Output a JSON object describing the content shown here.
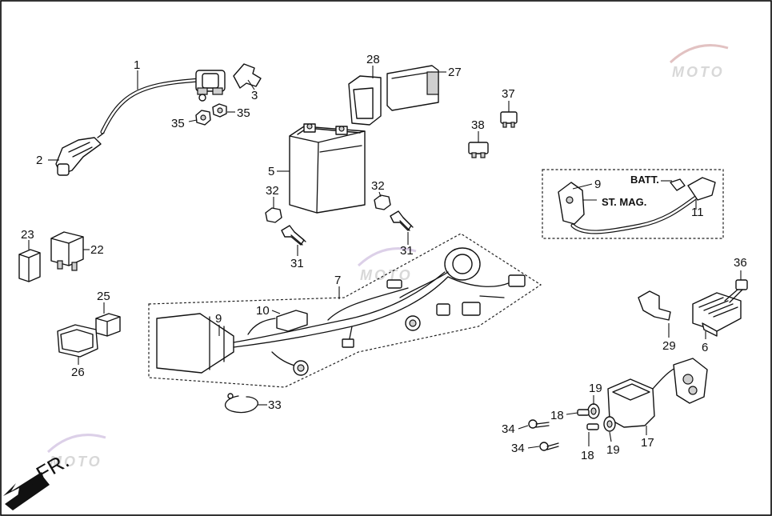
{
  "labels": {
    "l1": "1",
    "l2": "2",
    "l3": "3",
    "l5": "5",
    "l6": "6",
    "l7": "7",
    "l9a": "9",
    "l9b": "9",
    "l10": "10",
    "l11": "11",
    "l17": "17",
    "l18a": "18",
    "l18b": "18",
    "l19a": "19",
    "l19b": "19",
    "l22": "22",
    "l23": "23",
    "l25": "25",
    "l26": "26",
    "l27": "27",
    "l28": "28",
    "l29": "29",
    "l31a": "31",
    "l31b": "31",
    "l32a": "32",
    "l32b": "32",
    "l33": "33",
    "l34a": "34",
    "l34b": "34",
    "l35a": "35",
    "l35b": "35",
    "l36": "36",
    "l37": "37",
    "l38": "38"
  },
  "inset": {
    "batt": "BATT.",
    "st_mag": "ST. MAG."
  },
  "direction": {
    "front": "FR."
  },
  "watermark": {
    "text": "MOTO"
  },
  "colors": {
    "line": "#111111",
    "background": "#ffffff",
    "watermark_accent": "#e9b3b3"
  }
}
